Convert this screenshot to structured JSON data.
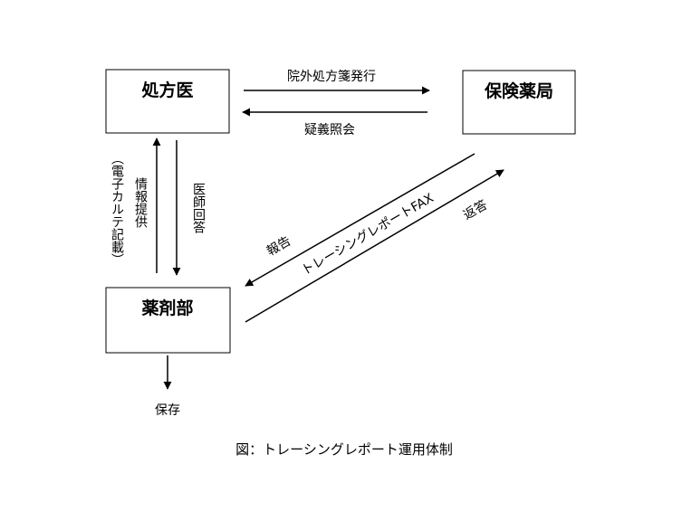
{
  "nodes": {
    "doctor": "処方医",
    "pharmacy": "保険薬局",
    "dept": "薬剤部"
  },
  "edges": {
    "prescription": "院外処方箋発行",
    "inquiry": "疑義照会",
    "info": "情報提供",
    "karte": "（電子カルテ記載）",
    "answer": "医師回答",
    "report": "報告",
    "fax": "トレーシングレポートFAX",
    "reply": "返答",
    "store": "保存"
  },
  "caption": "図：トレーシングレポート運用体制"
}
